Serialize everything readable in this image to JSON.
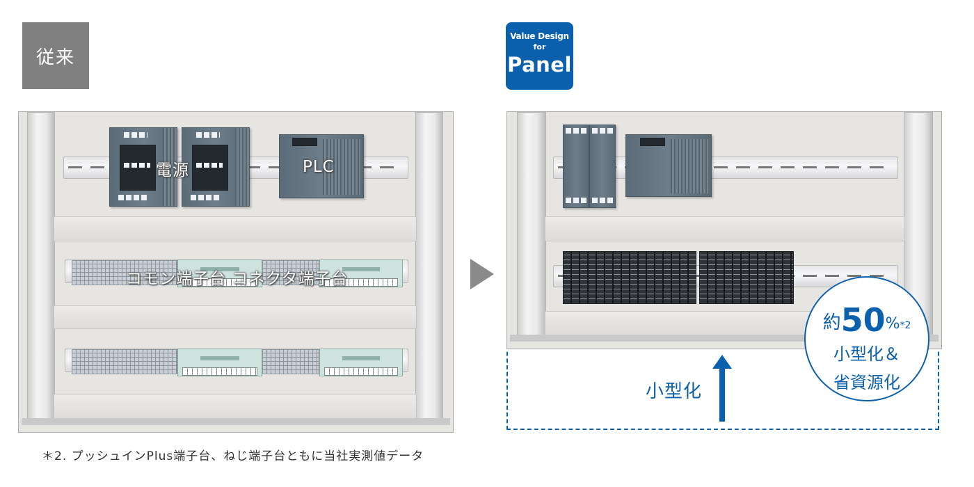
{
  "left": {
    "label": "従来",
    "labels": {
      "power": "電源",
      "plc": "PLC",
      "terminal_labels": "コモン端子台 コネクタ端子台"
    }
  },
  "right": {
    "badge": {
      "line1": "Value Design",
      "line2": "for",
      "line3": "Panel"
    },
    "arrow_label": "小型化",
    "callout": {
      "prefix": "約",
      "number": "50",
      "unit": "%",
      "note_ref": "*2",
      "line2": "小型化＆",
      "line3": "省資源化"
    }
  },
  "footnote": "＊2. プッシュインPlus端子台、ねじ端子台ともに当社実測値データ",
  "colors": {
    "brand_blue": "#0b60ad",
    "conventional_grey": "#808080",
    "arrow_grey": "#8a8a8a"
  },
  "icons": [
    "right-triangle-arrow-icon",
    "up-arrow-icon"
  ]
}
